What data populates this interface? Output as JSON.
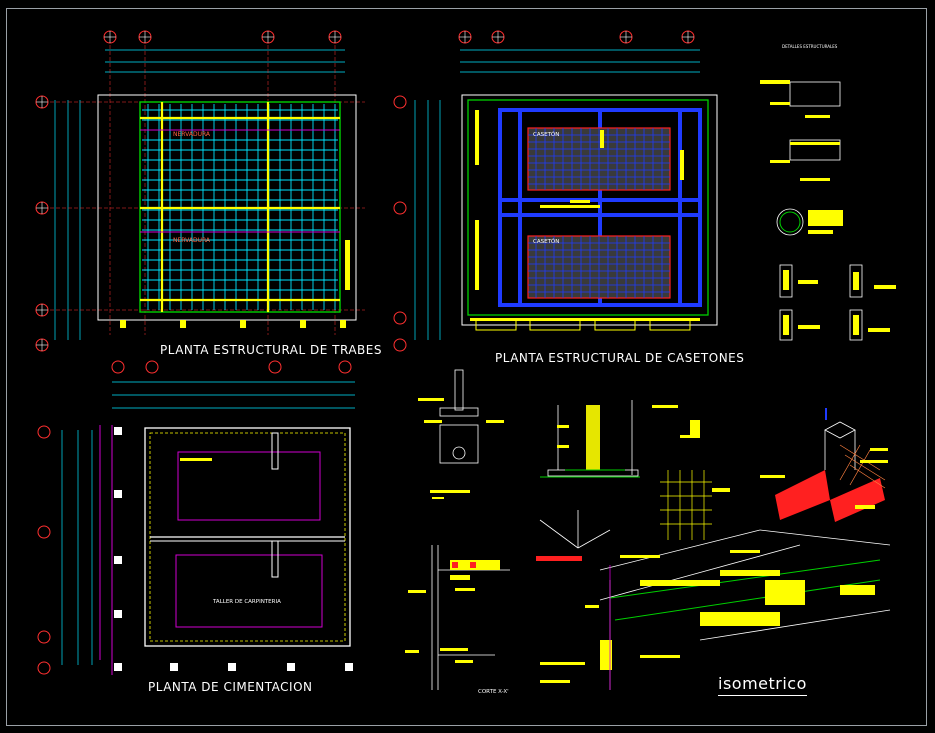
{
  "drawing": {
    "frame_color": "#9aa0a6",
    "colors": {
      "cyan": "#00e5ff",
      "yellow": "#ffff00",
      "blue": "#1f3bff",
      "magenta": "#d000d0",
      "red": "#ff2020",
      "green": "#00d000",
      "white": "#ffffff"
    }
  },
  "views": {
    "trabes": {
      "title": "PLANTA ESTRUCTURAL DE TRABES",
      "tag1": "NERVADURA",
      "tag2": "NERVADURA"
    },
    "casetones": {
      "title": "PLANTA ESTRUCTURAL DE CASETONES",
      "tag1": "CASETÓN",
      "tag2": "CASETÓN"
    },
    "cimentacion": {
      "title": "PLANTA DE CIMENTACION",
      "room": "TALLER DE CARPINTERIA"
    },
    "detalles": {
      "title": "DETALLES ESTRUCTURALES"
    },
    "corte": {
      "title": "CORTE X-X'"
    },
    "isometrico": {
      "title": "isometrico"
    }
  }
}
